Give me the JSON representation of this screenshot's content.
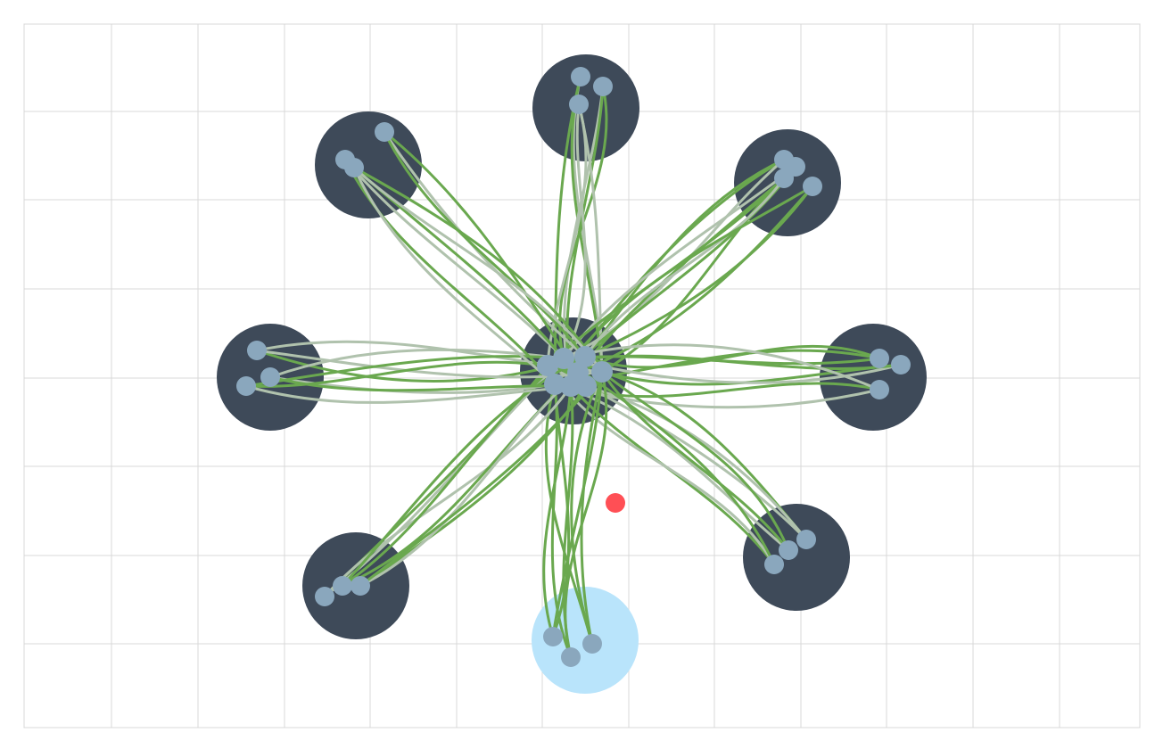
{
  "colors": {
    "background": "#ffffff",
    "grid": "#d8d8d8",
    "node_dark": "#3e4a59",
    "node_selected": "#b9e4fb",
    "marker": "#8aa7bd",
    "path_active": "#6aa84f",
    "path_faded": "#b0c2ad",
    "cursor_dot": "#ff4f55"
  },
  "nodes": [
    {
      "id": "center",
      "state": "hub"
    },
    {
      "id": "top",
      "state": "default"
    },
    {
      "id": "top-right",
      "state": "default"
    },
    {
      "id": "right",
      "state": "default"
    },
    {
      "id": "bottom-right",
      "state": "default"
    },
    {
      "id": "bottom",
      "state": "selected"
    },
    {
      "id": "bottom-left",
      "state": "default"
    },
    {
      "id": "left",
      "state": "default"
    },
    {
      "id": "top-left",
      "state": "default"
    }
  ],
  "cursor": {
    "icon": "red-dot"
  }
}
